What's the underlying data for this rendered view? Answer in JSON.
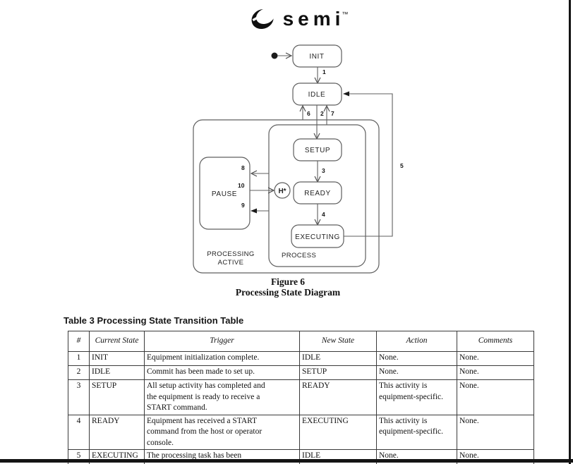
{
  "logo": {
    "brand": "semi",
    "trademark": "™"
  },
  "diagram": {
    "states": {
      "init": "INIT",
      "idle": "IDLE",
      "setup": "SETUP",
      "ready": "READY",
      "executing": "EXECUTING",
      "pause": "PAUSE",
      "history": "H*"
    },
    "regions": {
      "outer_line1": "PROCESSING",
      "outer_line2": "ACTIVE",
      "inner": "PROCESS"
    },
    "transitions": {
      "t1": "1",
      "t2": "2",
      "t3": "3",
      "t4": "4",
      "t5": "5",
      "t6": "6",
      "t7": "7",
      "t8": "8",
      "t9": "9",
      "t10": "10"
    }
  },
  "caption": {
    "line1": "Figure 6",
    "line2": "Processing State Diagram"
  },
  "table": {
    "title": "Table 3 Processing State Transition Table",
    "headers": [
      "#",
      "Current State",
      "Trigger",
      "New State",
      "Action",
      "Comments"
    ],
    "rows": [
      {
        "num": "1",
        "current": "INIT",
        "trigger": [
          "Equipment initialization complete."
        ],
        "new": "IDLE",
        "action": [
          "None."
        ],
        "comments": "None."
      },
      {
        "num": "2",
        "current": "IDLE",
        "trigger": [
          "Commit has been made to set up."
        ],
        "new": "SETUP",
        "action": [
          "None."
        ],
        "comments": "None."
      },
      {
        "num": "3",
        "current": "SETUP",
        "trigger": [
          "All setup activity has completed and",
          "the equipment is ready to receive a",
          "START command."
        ],
        "new": "READY",
        "action": [
          "This activity is",
          "equipment-specific."
        ],
        "comments": "None."
      },
      {
        "num": "4",
        "current": "READY",
        "trigger": [
          "Equipment has received a START",
          "command from the host or operator",
          "console."
        ],
        "new": "EXECUTING",
        "action": [
          "This activity is",
          "equipment-specific."
        ],
        "comments": "None."
      },
      {
        "num": "5",
        "current": "EXECUTING",
        "trigger": [
          "The processing task has been"
        ],
        "new": "IDLE",
        "action": [
          "None."
        ],
        "comments": "None."
      }
    ]
  }
}
